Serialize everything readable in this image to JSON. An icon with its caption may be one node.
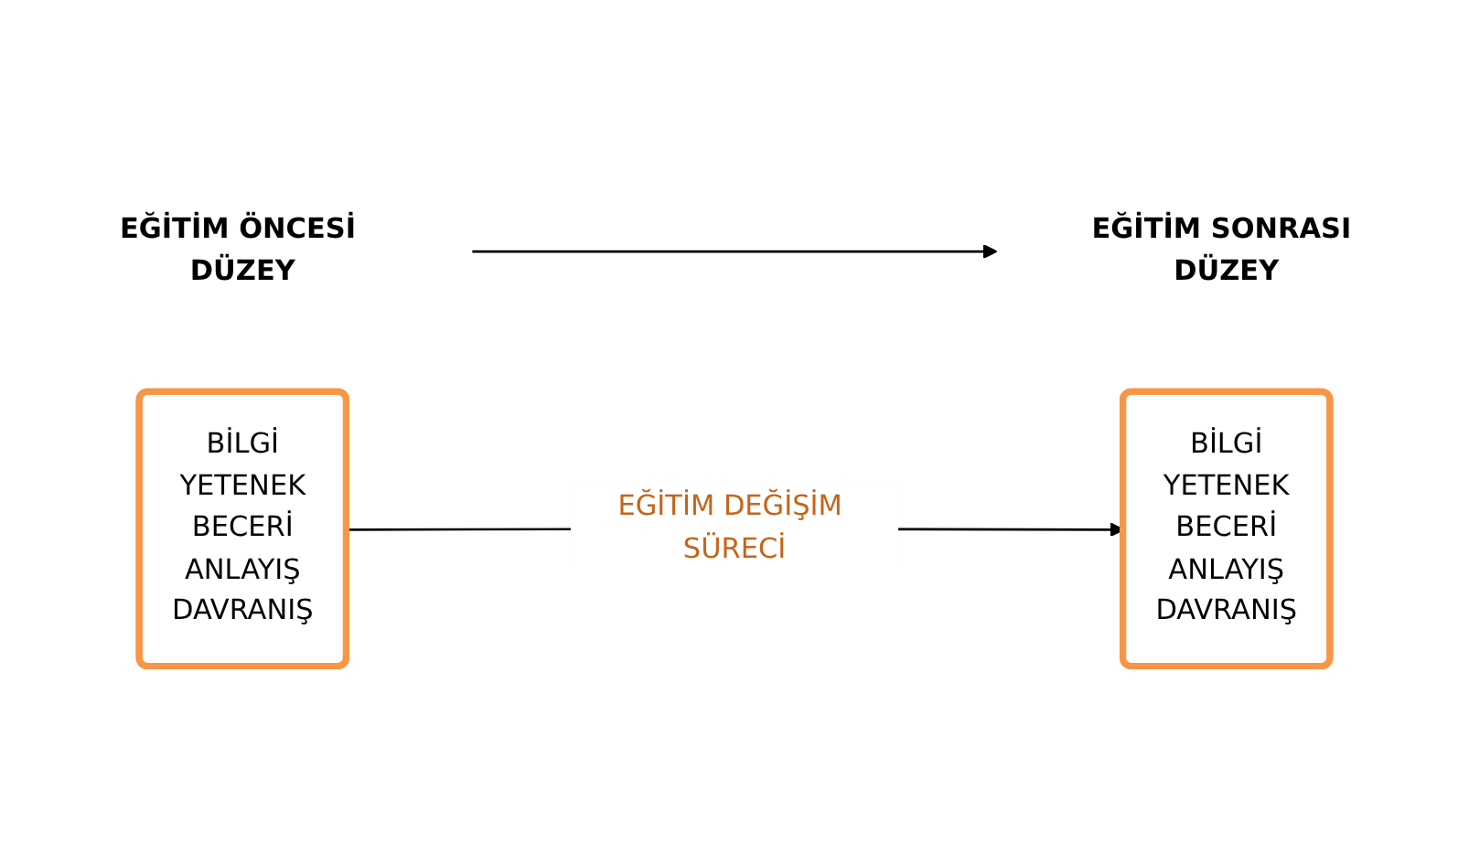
{
  "diagram": {
    "nodes": [
      {
        "text": [
          "EĞİTİM ÖNCESİ DÜZEY"
        ]
      },
      {
        "text": [
          "EĞİTİM SONRASI DÜZEY"
        ]
      },
      {
        "text": [
          "BİLGİ",
          "YETENEK",
          "BECERİ",
          "ANLAYIŞ",
          "DAVRANIŞ"
        ]
      },
      {
        "text": [
          "BİLGİ",
          "YETENEK",
          "BECERİ",
          "ANLAYIŞ",
          "DAVRANIŞ"
        ]
      }
    ],
    "edges": [
      {
        "from": 0,
        "to": 1,
        "arrow": "to"
      },
      {
        "from": 2,
        "to": 3,
        "arrow": "to",
        "label": "EĞİTİM DEĞİŞİM SÜRECİ"
      }
    ]
  }
}
